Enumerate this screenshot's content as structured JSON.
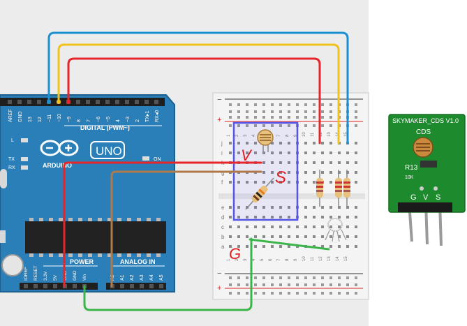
{
  "arduino": {
    "model": "UNO",
    "brand": "ARDUINO",
    "digital_header": "DIGITAL (PWM~)",
    "power_label": "POWER",
    "analog_label": "ANALOG IN",
    "on_label": "ON",
    "led_l": "L",
    "led_tx": "TX",
    "led_rx": "RX",
    "top_pins": [
      "AREF",
      "GND",
      "13",
      "12",
      "~11",
      "~10",
      "~9",
      "8",
      "7",
      "~6",
      "~5",
      "4",
      "~3",
      "2",
      "TX▸1",
      "RX◂0"
    ],
    "power_pins": [
      "IOREF",
      "RESET",
      "3.3V",
      "5V",
      "GND",
      "GND",
      "Vin"
    ],
    "analog_pins": [
      "A0",
      "A1",
      "A2",
      "A3",
      "A4",
      "A5"
    ],
    "colors": {
      "board": "#2a7fb8",
      "board_dark": "#1d5f8c"
    }
  },
  "breadboard": {
    "rail_minus": "−",
    "rail_plus": "+",
    "row_letters_top": [
      "j",
      "i",
      "h",
      "g",
      "f"
    ],
    "row_letters_bottom": [
      "e",
      "d",
      "c",
      "b",
      "a"
    ],
    "column_numbers": [
      "1",
      "2",
      "3",
      "4",
      "5",
      "6",
      "7",
      "8",
      "9",
      "10",
      "11",
      "12",
      "13",
      "14",
      "15"
    ]
  },
  "annotations": {
    "v": "V",
    "s": "S",
    "g": "G"
  },
  "sensor_module": {
    "title": "SKYMAKER_CDS V1.0",
    "label": "CDS",
    "resistor_code": "R13",
    "resistor_value": "10K",
    "pins": [
      "G",
      "V",
      "S"
    ],
    "colors": {
      "pcb": "#1e8a2e"
    }
  },
  "wire_colors": {
    "red": "#e8262a",
    "yellow": "#f2c21b",
    "blue": "#1b8fd2",
    "brown": "#b07a4a",
    "green": "#3bb54a"
  }
}
